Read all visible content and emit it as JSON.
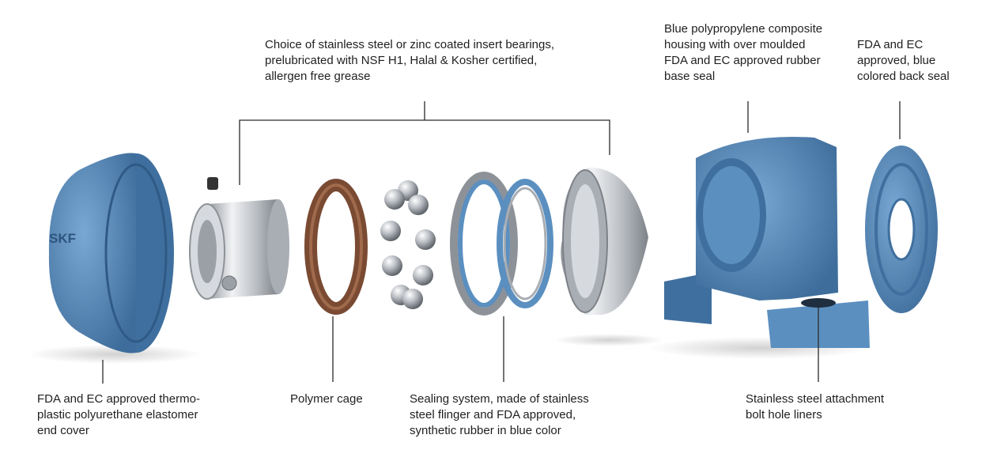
{
  "labels": {
    "insert": [
      "Choice of stainless steel or zinc coated insert bearings,",
      "prelubricated with NSF H1, Halal & Kosher certified,",
      "allergen free grease"
    ],
    "housing": [
      "Blue polypropylene composite",
      "housing with over moulded",
      "FDA and EC approved rubber",
      "base seal"
    ],
    "backseal": [
      "FDA and EC",
      "approved, blue",
      "colored back seal"
    ],
    "endcover": [
      "FDA and EC approved thermo-",
      "plastic polyurethane elastomer",
      "end cover"
    ],
    "cage": [
      "Polymer cage"
    ],
    "sealing": [
      "Sealing system, made of stainless",
      "steel flinger and FDA approved,",
      "synthetic rubber in blue color"
    ],
    "liners": [
      "Stainless steel attachment",
      "bolt hole liners"
    ]
  },
  "logo": {
    "text": "SKF"
  },
  "colors": {
    "blue": "#5b8fc0",
    "blue_dark": "#3f6f9e",
    "steel": "#c9ccd0",
    "steel_dark": "#8d9298",
    "cage": "#7a4a32",
    "line": "#2a2a2a"
  }
}
